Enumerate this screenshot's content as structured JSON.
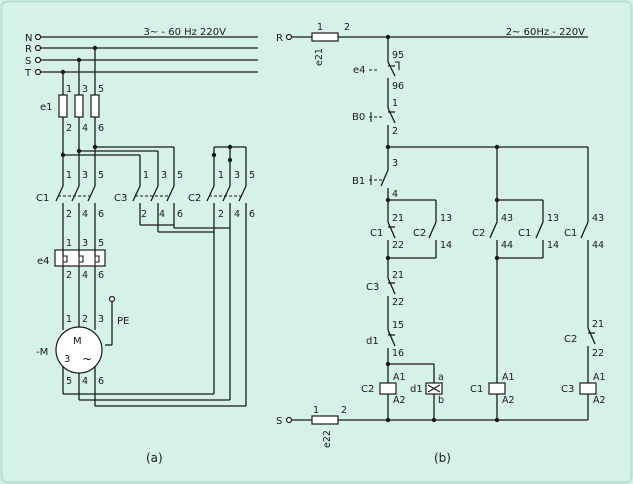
{
  "colors": {
    "background": "#d6f2e7",
    "border": "#b8e0cf",
    "ink": "#1a1a1a"
  },
  "panel_a": {
    "caption": "(a)",
    "supply": "3~ - 60 Hz 220V",
    "lines": [
      "N",
      "R",
      "S",
      "T"
    ],
    "fuse_label": "e1",
    "fuse_terms_top": [
      "1",
      "3",
      "5"
    ],
    "fuse_terms_bot": [
      "2",
      "4",
      "6"
    ],
    "contactor_c1": "C1",
    "contactor_c3": "C3",
    "contactor_c2": "C2",
    "terms_top": [
      "1",
      "3",
      "5"
    ],
    "terms_bot": [
      "2",
      "4",
      "6"
    ],
    "overload_label": "e4",
    "motor_prefix": "-M",
    "motor_letter": "M",
    "motor_phases": "3",
    "motor_ac": "~",
    "pe_label": "PE",
    "motor_terms_top": [
      "1",
      "2",
      "3"
    ],
    "motor_terms_bot": [
      "5",
      "4",
      "6"
    ]
  },
  "panel_b": {
    "caption": "(b)",
    "supply": "2~ 60Hz - 220V",
    "rail_top": "R",
    "rail_bottom": "S",
    "fuse_top_label": "e21",
    "fuse_bottom_label": "e22",
    "fuse_term_1": "1",
    "fuse_term_2": "2",
    "overload_label": "e4",
    "overload_terms": [
      "95",
      "96"
    ],
    "stop_label": "B0",
    "stop_terms": [
      "1",
      "2"
    ],
    "start_label": "B1",
    "start_terms": [
      "3",
      "4"
    ],
    "c1_nc_label": "C1",
    "c1_nc_terms": [
      "21",
      "22"
    ],
    "c2_no_label": "C2",
    "c2_no_terms": [
      "13",
      "14"
    ],
    "c3_nc_label": "C3",
    "c3_nc_terms": [
      "21",
      "22"
    ],
    "d1_label": "d1",
    "d1_terms": [
      "15",
      "16"
    ],
    "coil_c2_label": "C2",
    "coil_d1_label": "d1",
    "coil_d1_terms": [
      "a",
      "b"
    ],
    "coil_terms": [
      "A1",
      "A2"
    ],
    "c2_nc2_label": "C2",
    "c2_nc2_terms": [
      "43",
      "44"
    ],
    "c1_no_label": "C1",
    "c1_no_terms": [
      "13",
      "14"
    ],
    "coil_c1_label": "C1",
    "c1_no2_label": "C1",
    "c1_no2_terms": [
      "43",
      "44"
    ],
    "c2_nc3_label": "C2",
    "c2_nc3_terms": [
      "21",
      "22"
    ],
    "coil_c3_label": "C3"
  }
}
